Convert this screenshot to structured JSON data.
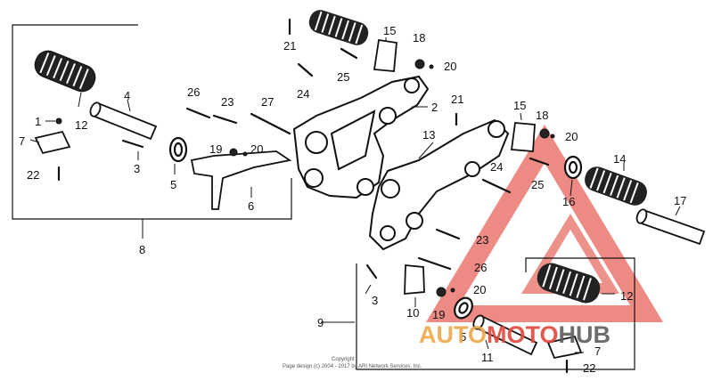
{
  "diagram": {
    "labels": {
      "n1": "1",
      "n2": "2",
      "n3a": "3",
      "n3b": "3",
      "n4": "4",
      "n5a": "5",
      "n5b": "5",
      "n6": "6",
      "n7a": "7",
      "n7b": "7",
      "n8": "8",
      "n9": "9",
      "n10": "10",
      "n11": "11",
      "n12a": "12",
      "n12b": "12",
      "n13": "13",
      "n14": "14",
      "n15a": "15",
      "n15b": "15",
      "n16": "16",
      "n17": "17",
      "n18a": "18",
      "n18b": "18",
      "n19a": "19",
      "n19b": "19",
      "n20a": "20",
      "n20b": "20",
      "n20c": "20",
      "n20d": "20",
      "n21a": "21",
      "n21b": "21",
      "n22a": "22",
      "n22b": "22",
      "n23a": "23",
      "n23b": "23",
      "n24a": "24",
      "n24b": "24",
      "n25a": "25",
      "n25b": "25",
      "n26a": "26",
      "n26b": "26",
      "n27": "27"
    },
    "copyright": {
      "line1": "Copyright",
      "line2": "Page design (c) 2004 - 2017 by ARI Network Services, Inc."
    }
  },
  "watermark": {
    "part1": "AUTO",
    "part2": "MOTO",
    "part3": "HUB",
    "colors": {
      "red": "#e2483d",
      "orange": "#f0a64a",
      "gray": "#5e5e5e"
    }
  }
}
